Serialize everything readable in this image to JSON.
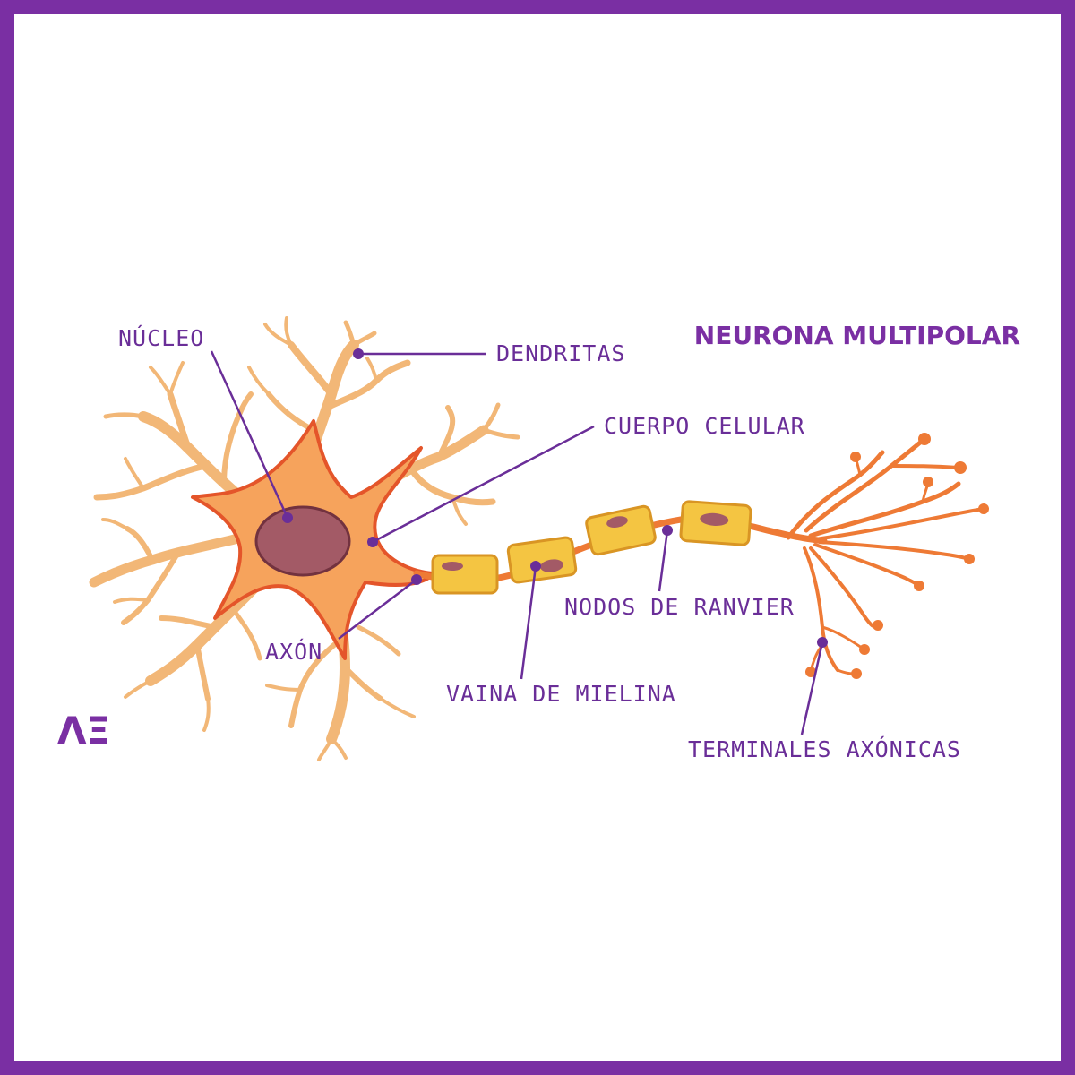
{
  "title": "NEURONA MULTIPOLAR",
  "logo": "ΛΞ",
  "labels": {
    "nucleo": "NÚCLEO",
    "dendritas": "DENDRITAS",
    "cuerpo": "CUERPO CELULAR",
    "axon": "AXÓN",
    "mielina": "VAINA DE MIELINA",
    "ranvier": "NODOS DE RANVIER",
    "terminales": "TERMINALES AXÓNICAS"
  },
  "colors": {
    "frame": "#7a2fa3",
    "label": "#6a2e98",
    "dendrite": "#f2b777",
    "soma": "#f6a35c",
    "soma_edge": "#e4552a",
    "nucleus": "#a35a66",
    "nucleus_edge": "#72323f",
    "myelin": "#f4c542",
    "myelin_edge": "#d99524",
    "axon": "#ee7a35"
  }
}
